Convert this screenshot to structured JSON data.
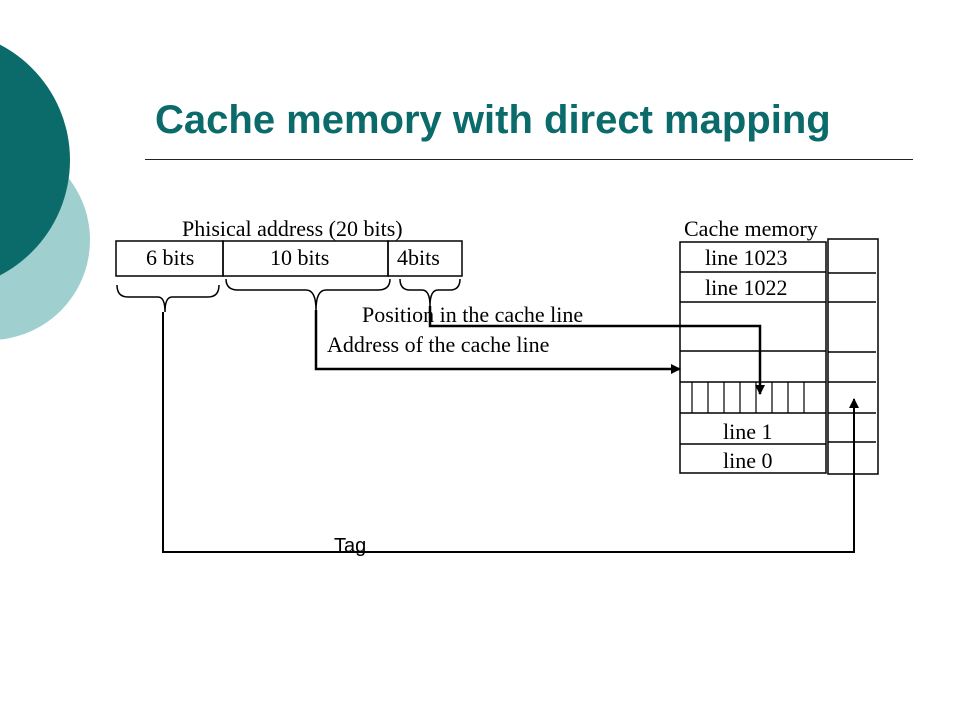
{
  "slide": {
    "title": "Cache memory with direct mapping",
    "accent_color": "#0b6a6a",
    "accent_light": "#9fcfcf"
  },
  "address": {
    "caption": "Phisical address (20 bits)",
    "fields": [
      "6 bits",
      "10 bits",
      "4bits"
    ]
  },
  "cache": {
    "caption": "Cache memory",
    "lines": [
      "line 1023",
      "line 1022",
      "line 1",
      "line 0"
    ]
  },
  "annotations": {
    "position": "Position in the cache line",
    "line_address": "Address of the cache line",
    "tag": "Tag"
  }
}
